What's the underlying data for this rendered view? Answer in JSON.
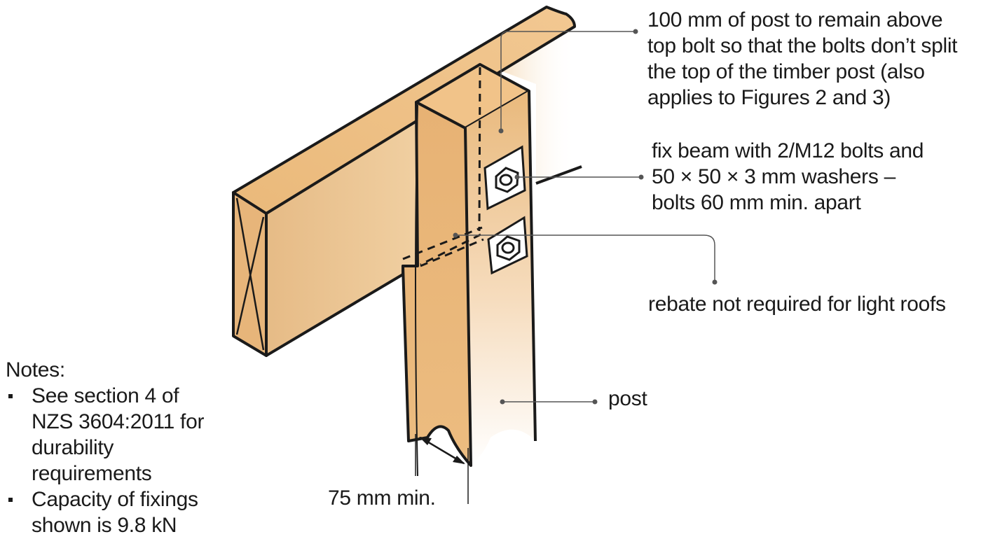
{
  "colors": {
    "timber_light": "#f2c892",
    "timber_mid": "#e8b87a",
    "timber_dark": "#dba566",
    "outline": "#1a1a1a",
    "leader": "#555555"
  },
  "labels": {
    "top_bolt": [
      "100 mm of post to remain above",
      "top bolt so that the bolts don’t split",
      "the top of the timber post (also",
      "applies to Figures 2 and 3)"
    ],
    "fix_beam": [
      "fix beam with 2/M12 bolts and",
      "50 × 50 × 3 mm washers –",
      "bolts 60 mm min. apart"
    ],
    "rebate": "rebate not required for light roofs",
    "post": "post",
    "dimension": "75 mm min."
  },
  "notes": {
    "heading": "Notes:",
    "items": [
      [
        "See section 4 of",
        "NZS 3604:2011 for",
        "durability",
        "requirements"
      ],
      [
        "Capacity of fixings",
        "shown is 9.8 kN"
      ]
    ]
  }
}
